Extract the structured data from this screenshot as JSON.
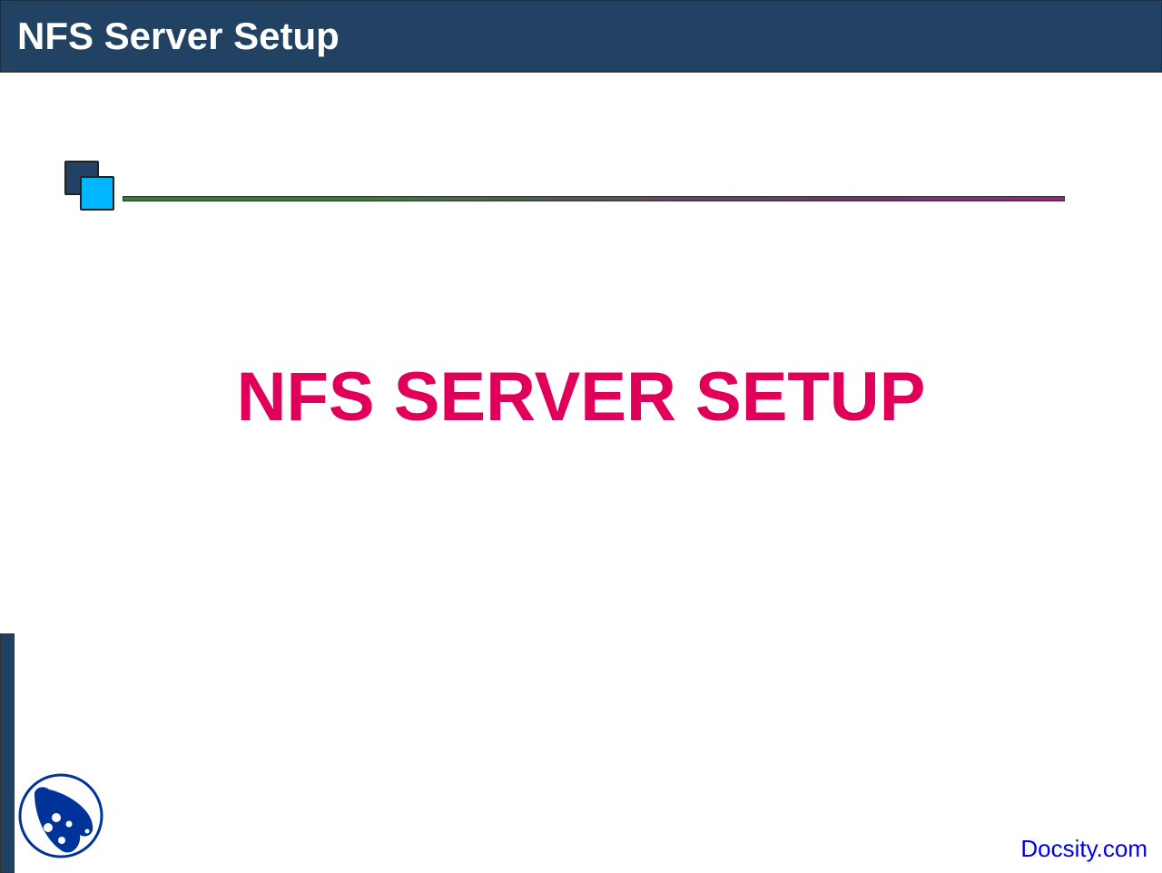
{
  "header": {
    "title": "NFS Server Setup"
  },
  "slide": {
    "title": "NFS SERVER SETUP"
  },
  "footer": {
    "watermark": "Docsity.com"
  },
  "colors": {
    "header_bg": "#224264",
    "title": "#e0005a",
    "accent": "#00b7ff",
    "link": "#0000ee"
  }
}
